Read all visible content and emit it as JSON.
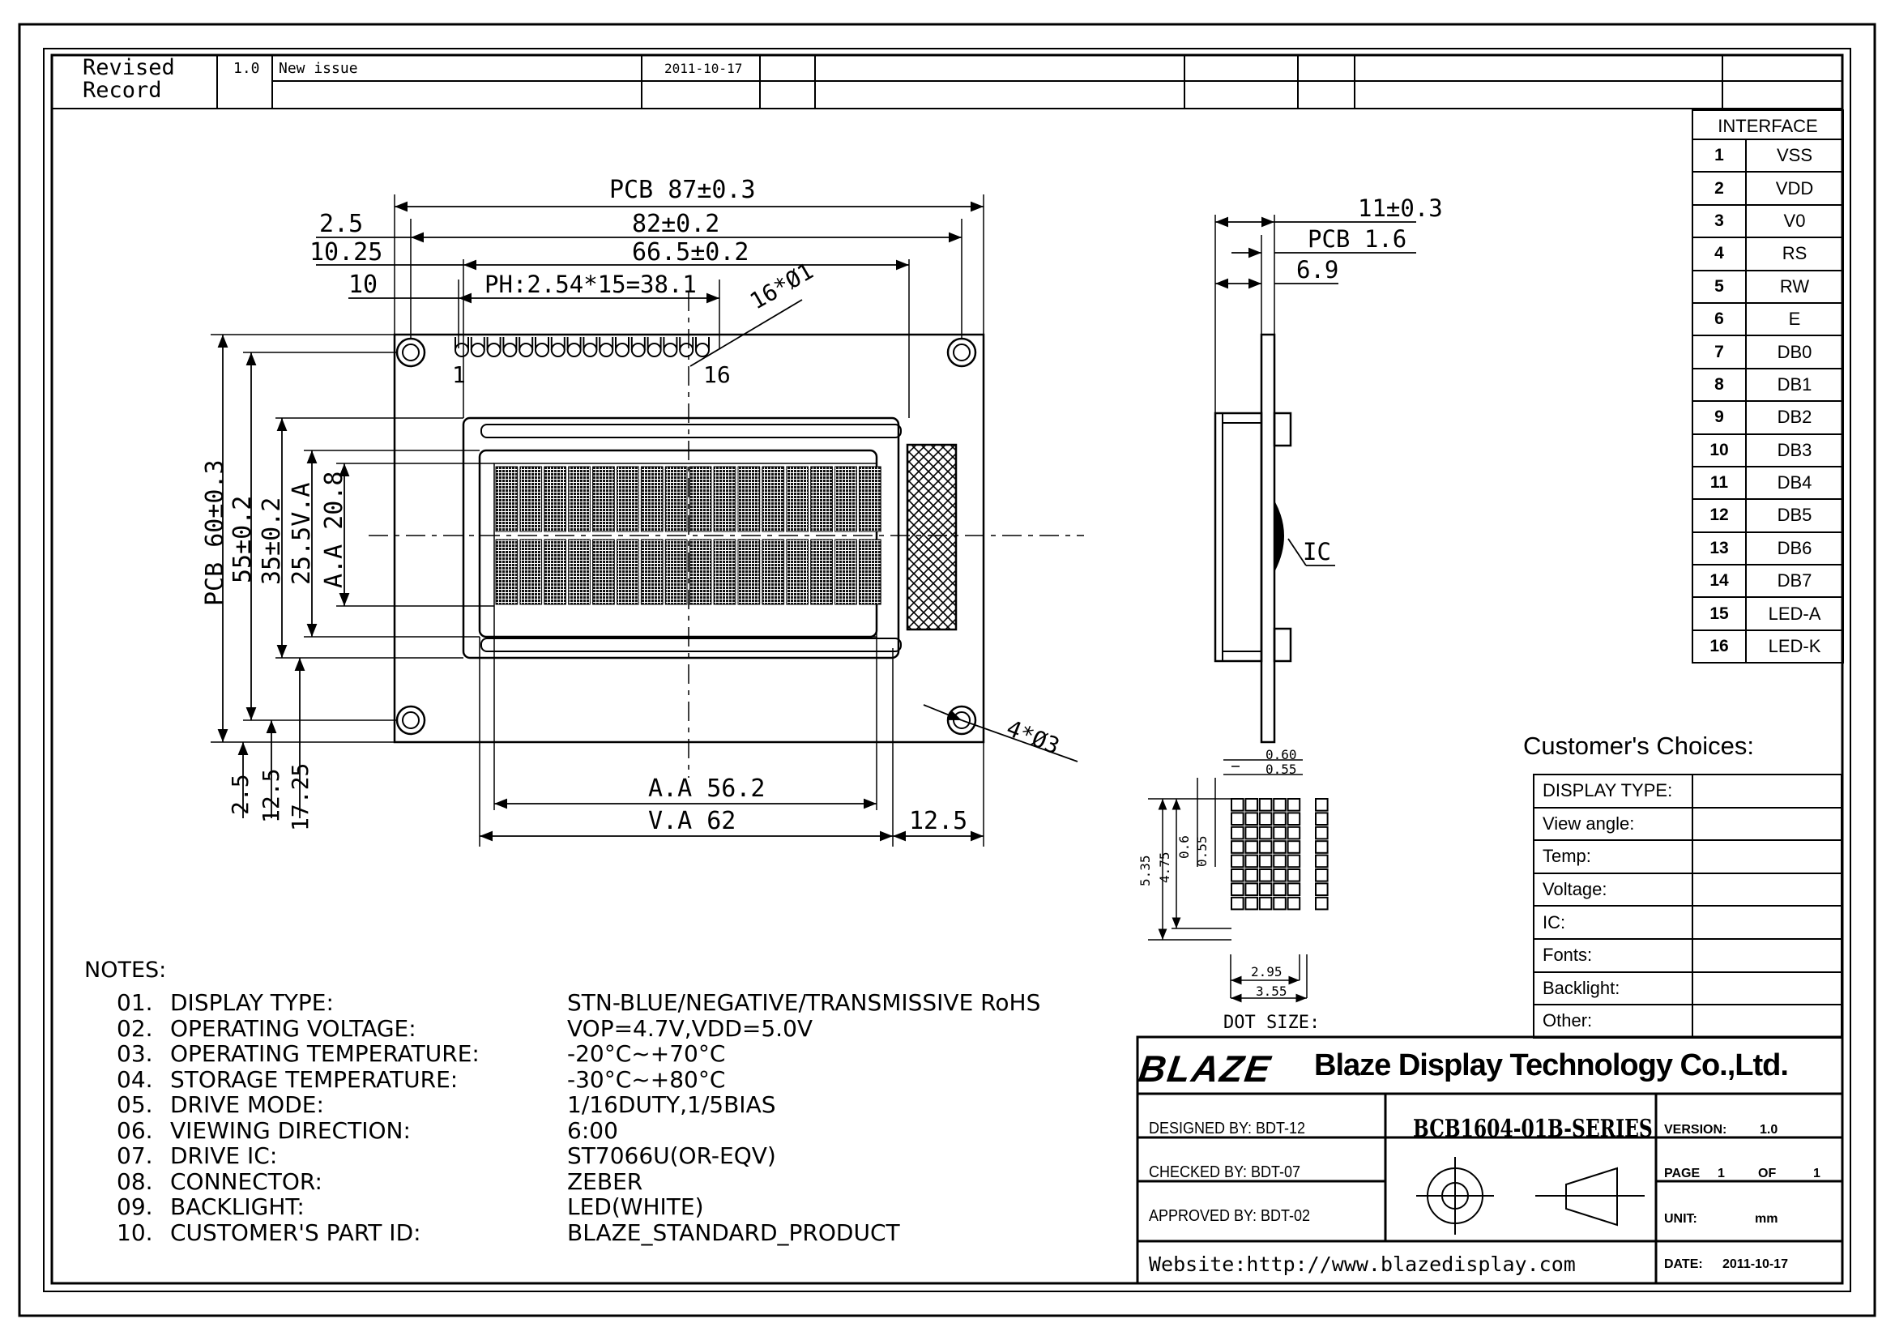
{
  "revision": {
    "label_line1": "Revised",
    "label_line2": "Record",
    "version": "1.0",
    "description": "New issue",
    "date": "2011-10-17"
  },
  "interface": {
    "title": "INTERFACE",
    "pins": [
      {
        "no": "1",
        "name": "VSS"
      },
      {
        "no": "2",
        "name": "VDD"
      },
      {
        "no": "3",
        "name": "V0"
      },
      {
        "no": "4",
        "name": "RS"
      },
      {
        "no": "5",
        "name": "RW"
      },
      {
        "no": "6",
        "name": "E"
      },
      {
        "no": "7",
        "name": "DB0"
      },
      {
        "no": "8",
        "name": "DB1"
      },
      {
        "no": "9",
        "name": "DB2"
      },
      {
        "no": "10",
        "name": "DB3"
      },
      {
        "no": "11",
        "name": "DB4"
      },
      {
        "no": "12",
        "name": "DB5"
      },
      {
        "no": "13",
        "name": "DB6"
      },
      {
        "no": "14",
        "name": "DB7"
      },
      {
        "no": "15",
        "name": "LED-A"
      },
      {
        "no": "16",
        "name": "LED-K"
      }
    ]
  },
  "front_view": {
    "pcb_width": "PCB 87±0.3",
    "outer_holes": "82±0.2",
    "bezel_width": "66.5±0.2",
    "pin_pitch": "PH:2.54*15=38.1",
    "left_edge": "2.5",
    "bezel_offset": "10.25",
    "pin_offset": "10",
    "pin_holes": "16*Ø1",
    "pin_first": "1",
    "pin_last": "16",
    "pcb_height": "PCB 60±0.3",
    "hole_pitch_v": "55±0.2",
    "bezel_height": "35±0.2",
    "va_height": "25.5V.A",
    "aa_height": "A.A 20.8",
    "mount_holes": "4*Ø3",
    "aa_width": "A.A 56.2",
    "va_width": "V.A 62",
    "right_offset": "12.5",
    "bottom_offsets": [
      "2.5",
      "12.5",
      "17.25"
    ]
  },
  "side_view": {
    "thickness": "11±0.3",
    "pcb_thickness": "PCB 1.6",
    "depth": "6.9",
    "ic_label": "IC"
  },
  "dot_size": {
    "label": "DOT SIZE:",
    "pitch_w": "0.60",
    "dot_w": "0.55",
    "char_h": "5.35",
    "dot_h_total": "4.75",
    "pitch_h": "0.6",
    "dot_h": "0.55",
    "char_w_inner": "2.95",
    "char_w": "3.55"
  },
  "notes": {
    "title": "NOTES:",
    "items": [
      {
        "num": "01.",
        "key": "DISPLAY TYPE:",
        "value": "STN-BLUE/NEGATIVE/TRANSMISSIVE RoHS"
      },
      {
        "num": "02.",
        "key": "OPERATING VOLTAGE:",
        "value": "VOP=4.7V,VDD=5.0V"
      },
      {
        "num": "03.",
        "key": "OPERATING TEMPERATURE:",
        "value": "-20°C~+70°C"
      },
      {
        "num": "04.",
        "key": "STORAGE TEMPERATURE:",
        "value": "-30°C~+80°C"
      },
      {
        "num": "05.",
        "key": "DRIVE MODE:",
        "value": "1/16DUTY,1/5BIAS"
      },
      {
        "num": "06.",
        "key": "VIEWING DIRECTION:",
        "value": "6:00"
      },
      {
        "num": "07.",
        "key": "DRIVE IC:",
        "value": "ST7066U(OR-EQV)"
      },
      {
        "num": "08.",
        "key": "CONNECTOR:",
        "value": "ZEBER"
      },
      {
        "num": "09.",
        "key": "BACKLIGHT:",
        "value": "LED(WHITE)"
      },
      {
        "num": "10.",
        "key": "CUSTOMER'S PART ID:",
        "value": "BLAZE_STANDARD_PRODUCT"
      }
    ]
  },
  "customer": {
    "title": "Customer's Choices:",
    "fields": [
      "DISPLAY TYPE:",
      "View angle:",
      "Temp:",
      "Voltage:",
      "IC:",
      "Fonts:",
      "Backlight:",
      "Other:"
    ]
  },
  "title_block": {
    "logo_text": "BLAZE",
    "company": "Blaze Display Technology Co.,Ltd.",
    "designed": "DESIGNED BY: BDT-12",
    "checked": "CHECKED BY: BDT-07",
    "approved": "APPROVED BY: BDT-02",
    "part_number": "BCB1604-01B-SERIES",
    "version_label": "VERSION:",
    "version": "1.0",
    "page_label": "PAGE",
    "page": "1",
    "of_label": "OF",
    "pages": "1",
    "unit_label": "UNIT:",
    "unit": "mm",
    "date_label": "DATE:",
    "date": "2011-10-17",
    "website": "Website:http://www.blazedisplay.com"
  }
}
